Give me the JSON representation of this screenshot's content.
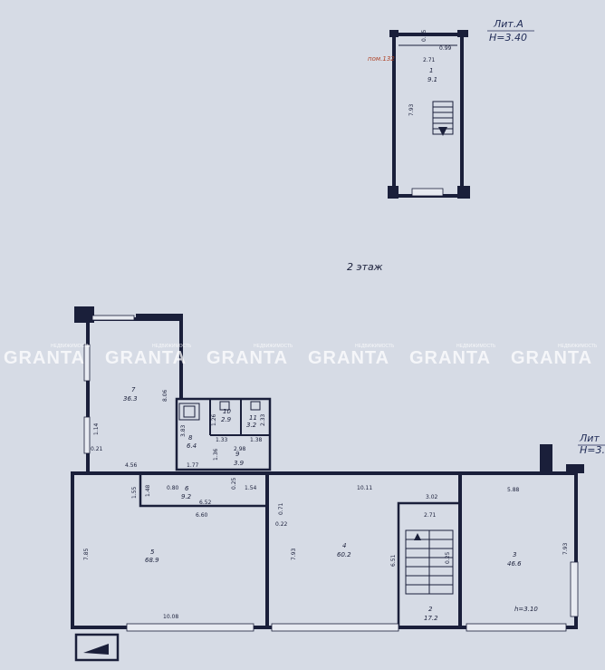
{
  "header": {
    "liter_top": "Лит.А",
    "height_top": "H=3.40",
    "liter_right": "Лит",
    "height_right": "H=3."
  },
  "floor_label": "2 этаж",
  "room_note": "пом.132",
  "watermark": {
    "brand": "GRANTA",
    "tagline": "НЕДВИЖИМОСТЬ",
    "repeat": 6
  },
  "rooms": [
    {
      "id": "r1",
      "num": "1",
      "area": "9.1"
    },
    {
      "id": "r7",
      "num": "7",
      "area": "36.3"
    },
    {
      "id": "r8",
      "num": "8",
      "area": "6.4"
    },
    {
      "id": "r10",
      "num": "10",
      "area": "2.9"
    },
    {
      "id": "r11",
      "num": "11",
      "area": "3.2"
    },
    {
      "id": "r9",
      "num": "9",
      "area": "3.9"
    },
    {
      "id": "r6",
      "num": "6",
      "area": "9.2"
    },
    {
      "id": "r5",
      "num": "5",
      "area": "68.9"
    },
    {
      "id": "r4",
      "num": "4",
      "area": "60.2"
    },
    {
      "id": "r2",
      "num": "2",
      "area": "17.2"
    },
    {
      "id": "r3",
      "num": "3",
      "area": "46.6"
    }
  ],
  "height_note": "h=3.10",
  "dims": {
    "d_099": "0.99",
    "d_025": "0.25",
    "d_271a": "2.71",
    "d_793a": "7.93",
    "d_806": "8.06",
    "d_114": "1.14",
    "d_021": "0.21",
    "d_456": "4.56",
    "d_383": "3.83",
    "d_177": "1.77",
    "d_133": "1.33",
    "d_298": "2.98",
    "d_138": "1.38",
    "d_136": "1.36",
    "d_126": "1.26",
    "d_233": "2.33",
    "d_080": "0.80",
    "d_155": "1.55",
    "d_148": "1.48",
    "d_652": "6.52",
    "d_660": "6.60",
    "d_154": "1.54",
    "d_025b": "0.25",
    "d_785": "7.85",
    "d_1008": "10.08",
    "d_1011": "10.11",
    "d_071": "0.71",
    "d_022": "0.22",
    "d_793b": "7.93",
    "d_302": "3.02",
    "d_271b": "2.71",
    "d_651": "6.51",
    "d_025c": "0.25",
    "d_588": "5.88",
    "d_793c": "7.93"
  }
}
